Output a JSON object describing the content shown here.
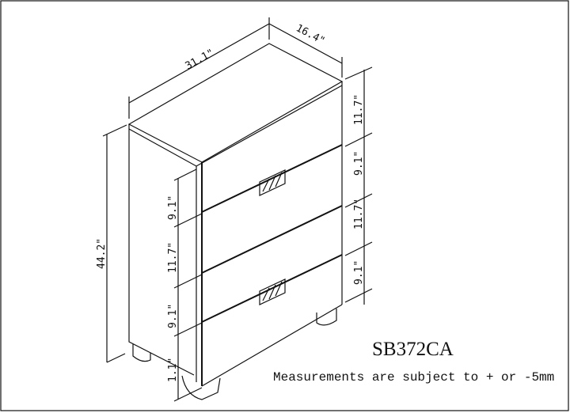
{
  "model": "SB372CA",
  "note": "Measurements are subject to + or -5mm",
  "dimensions": {
    "width": "31.1\"",
    "depth": "16.4\"",
    "height": "44.2\"",
    "right_drawers": [
      "11.7\"",
      "9.1\"",
      "11.7\"",
      "9.1\""
    ],
    "left_drawers": [
      "9.1\"",
      "11.7\"",
      "9.1\"",
      "1.1\""
    ]
  }
}
